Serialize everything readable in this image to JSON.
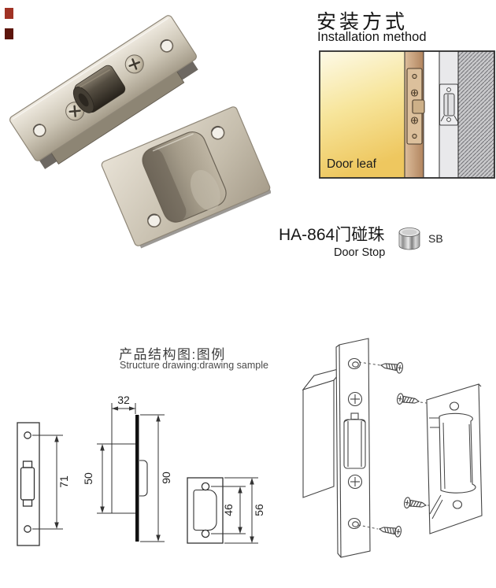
{
  "installation": {
    "title_zh": "安装方式",
    "title_en": "Installation method",
    "door_leaf_label": "Door leaf"
  },
  "product": {
    "code": "HA-864",
    "name_zh": "门碰珠",
    "name_en": "Door Stop",
    "finish": "SB"
  },
  "structure": {
    "title_zh": "产品结构图:图例",
    "title_en": "Structure drawing:drawing sample"
  },
  "dimensions": {
    "plate_hole_span": "71",
    "body_depth": "32",
    "body_height": "50",
    "plate_height": "90",
    "strike_hole_span": "46",
    "strike_plate_height": "56"
  },
  "colors": {
    "door_leaf_yellow": "#edc75f",
    "door_edge_brown": "#bb8d66",
    "wall_gray": "#c9c9cb",
    "metal_satin": "#c9c2b2",
    "tab_red_top": "#a03224",
    "tab_red_bottom": "#5c150c"
  }
}
